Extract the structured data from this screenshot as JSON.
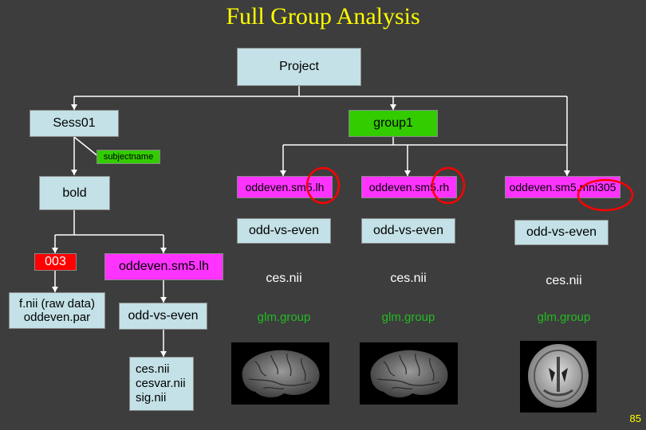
{
  "title": "Full Group Analysis",
  "nodes": {
    "project": "Project",
    "sess01": "Sess01",
    "group1": "group1",
    "subjectname": "subjectname",
    "bold": "bold",
    "subject_003": "003",
    "raw_files": "f.nii (raw data)\noddeven.par",
    "oddeven_lh_left": "oddeven.sm5.lh",
    "odd_vs_even_left": "odd-vs-even",
    "ces_files": "ces.nii\ncesvar.nii\nsig.nii"
  },
  "columns": [
    {
      "analysis": "oddeven.sm5.lh",
      "contrast": "odd-vs-even",
      "ces": "ces.nii",
      "glm": "glm.group"
    },
    {
      "analysis": "oddeven.sm5.rh",
      "contrast": "odd-vs-even",
      "ces": "ces.nii",
      "glm": "glm.group"
    },
    {
      "analysis": "oddeven.sm5.mni305",
      "contrast": "odd-vs-even",
      "ces": "ces.nii",
      "glm": "glm.group"
    }
  ],
  "page_number": "85",
  "colors": {
    "title": "#ffff00",
    "light_box": "#c3e1e6",
    "group": "#33cc00",
    "analysis": "#ff33ff",
    "highlight": "#ff0000",
    "glm": "#22bb22",
    "lines": "#ffffff"
  }
}
